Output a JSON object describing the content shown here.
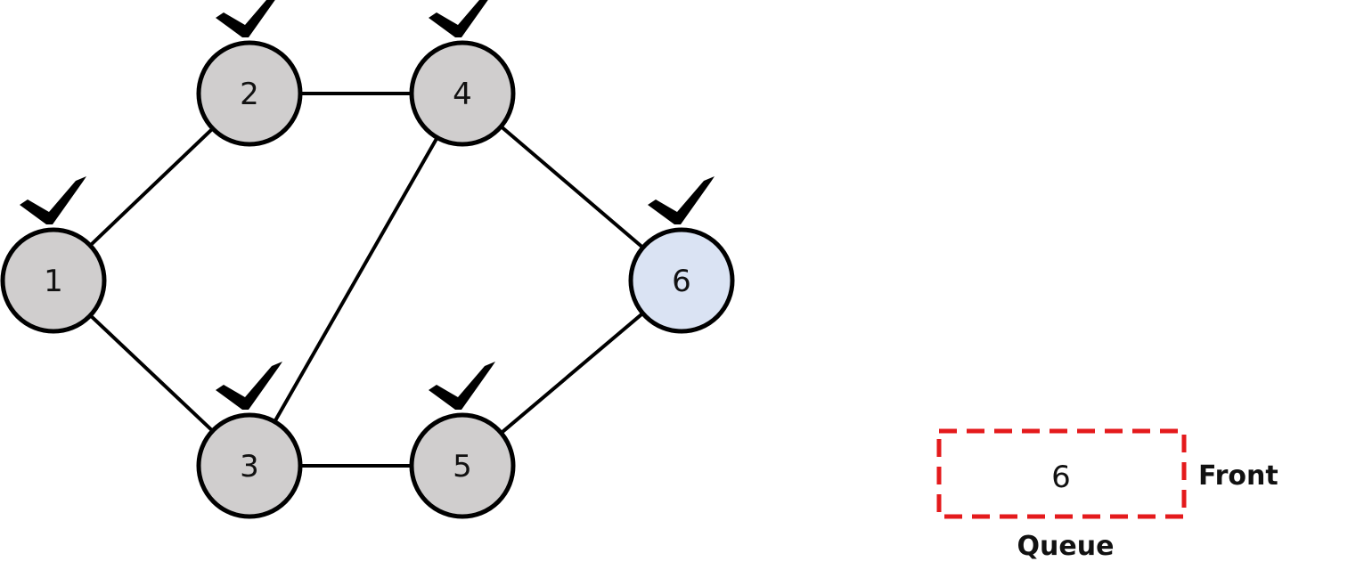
{
  "graph": {
    "nodes": [
      {
        "id": "1",
        "label": "1",
        "visited": true,
        "current": false
      },
      {
        "id": "2",
        "label": "2",
        "visited": true,
        "current": false
      },
      {
        "id": "3",
        "label": "3",
        "visited": true,
        "current": false
      },
      {
        "id": "4",
        "label": "4",
        "visited": true,
        "current": false
      },
      {
        "id": "5",
        "label": "5",
        "visited": true,
        "current": false
      },
      {
        "id": "6",
        "label": "6",
        "visited": true,
        "current": true
      }
    ],
    "edges": [
      [
        "1",
        "2"
      ],
      [
        "1",
        "3"
      ],
      [
        "2",
        "4"
      ],
      [
        "3",
        "4"
      ],
      [
        "3",
        "5"
      ],
      [
        "4",
        "6"
      ],
      [
        "5",
        "6"
      ]
    ]
  },
  "queue": {
    "items": [
      "6"
    ],
    "title": "Queue",
    "front_label": "Front"
  },
  "colors": {
    "node_fill": "#d0cece",
    "current_fill": "#dae3f3",
    "stroke": "#000000",
    "queue_border": "#e41a1c"
  }
}
